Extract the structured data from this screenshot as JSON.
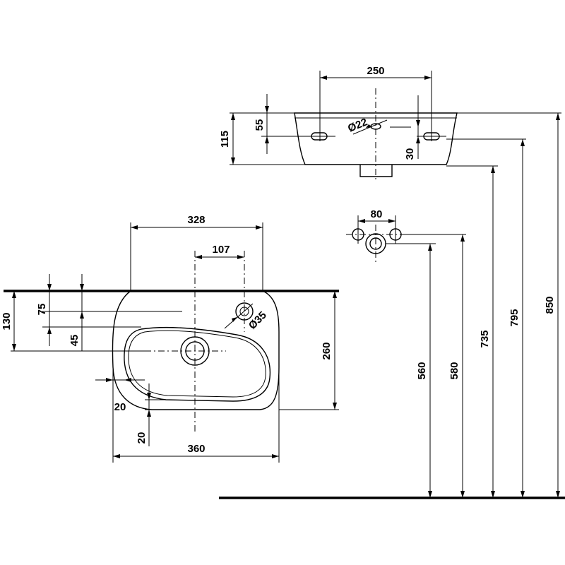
{
  "dimensions": {
    "top_width": "250",
    "top_height": "115",
    "top_hole_offset": "55",
    "tap_hole_dia": "Ø22",
    "overflow_offset": "30",
    "outer_width": "328",
    "tap_offset": "107",
    "overflow_dia": "Ø35",
    "wall_offset": "130",
    "upper_offset": "75",
    "lower_offset": "45",
    "depth": "260",
    "rim_width": "20",
    "bottom_offset": "20",
    "base_width": "360",
    "pipe_spacing": "80",
    "height_560": "560",
    "height_580": "580",
    "height_735": "735",
    "height_795": "795",
    "height_850": "850"
  }
}
